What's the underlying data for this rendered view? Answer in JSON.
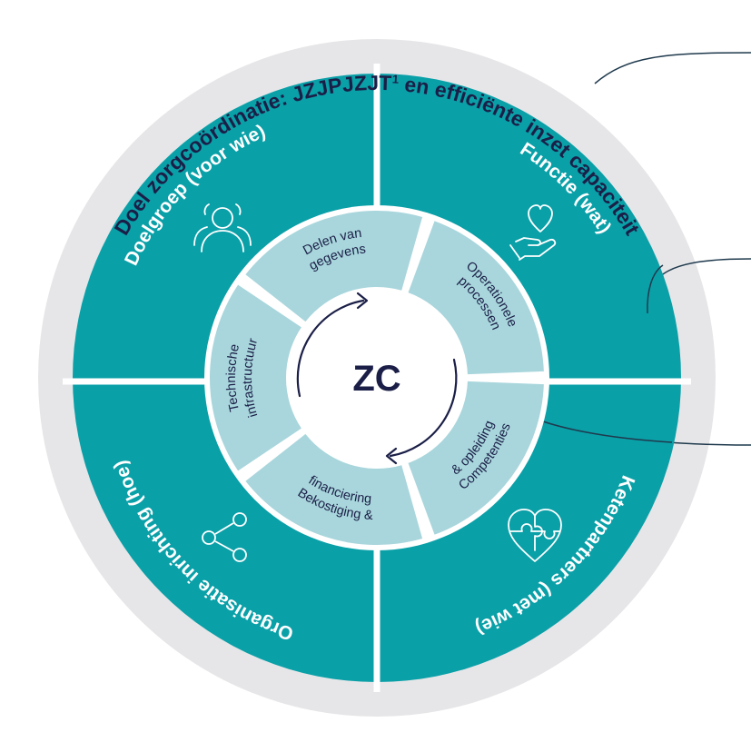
{
  "title": {
    "main": "Doel zorgcoördinatie: JZJPJZJT",
    "superscript": "1",
    "rest": " en efficiënte inzet capaciteit"
  },
  "quadrants": [
    {
      "key": "doelgroep",
      "label": "Doelgroep (voor wie)",
      "icon": "people-group-icon"
    },
    {
      "key": "functie",
      "label": "Functie (wat)",
      "icon": "heart-in-hand-icon"
    },
    {
      "key": "ketenpartners",
      "label": "Ketenpartners (met wie)",
      "icon": "puzzle-heart-icon"
    },
    {
      "key": "organisatie",
      "label": "Organisatie inrichting (hoe)",
      "icon": "network-nodes-icon"
    }
  ],
  "inner_ring": [
    {
      "key": "delen",
      "line1": "Delen van",
      "line2": "gegevens"
    },
    {
      "key": "operationeel",
      "line1": "Operationele",
      "line2": "processen"
    },
    {
      "key": "competenties",
      "line1": "Competenties",
      "line2": "& opleiding"
    },
    {
      "key": "bekostiging",
      "line1": "Bekostiging &",
      "line2": "financiering"
    },
    {
      "key": "technische",
      "line1": "Technische",
      "line2": "infrastructuur"
    }
  ],
  "center": {
    "label": "ZC"
  },
  "colors": {
    "outer_ring": "#e6e6e8",
    "quadrant": "#0aa0a8",
    "inner_ring": "#a8d6dc",
    "center": "#ffffff",
    "dark_text": "#1b1f47",
    "connector": "#1f3a4d"
  }
}
